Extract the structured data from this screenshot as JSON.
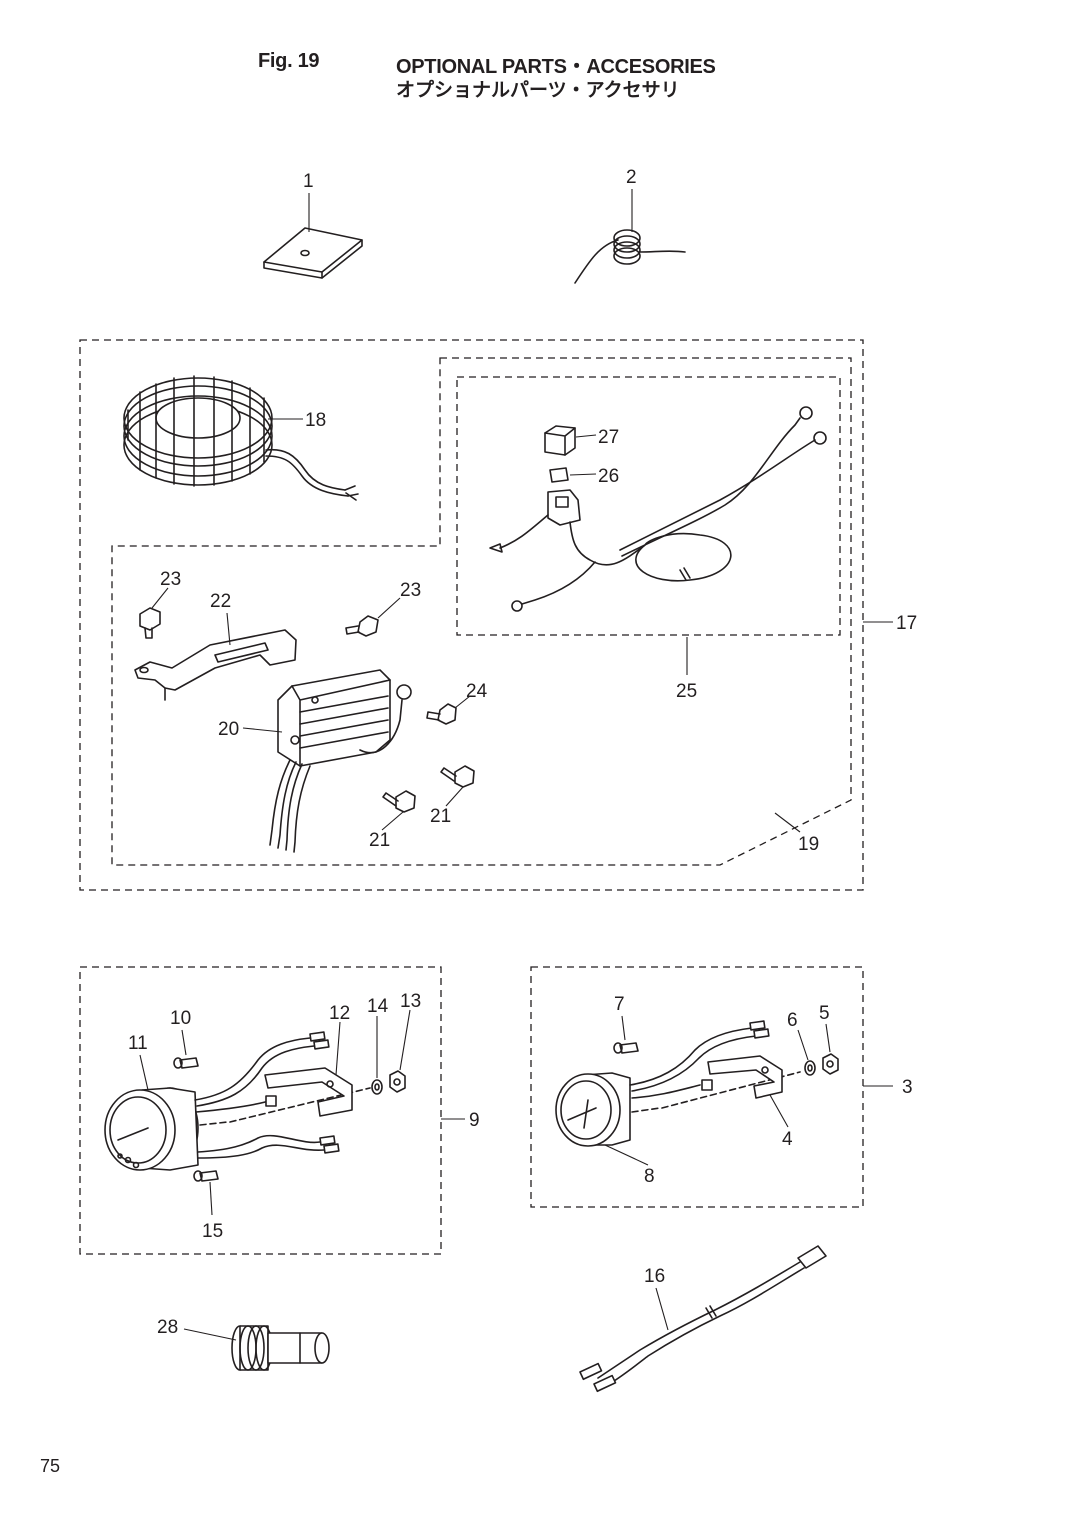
{
  "header": {
    "fig_label": "Fig. 19",
    "title_en": "OPTIONAL PARTS・ACCESORIES",
    "title_jp": "オプショナルパーツ・アクセサリ"
  },
  "page_number": "75",
  "callouts": {
    "c1": "1",
    "c2": "2",
    "c3": "3",
    "c4": "4",
    "c5": "5",
    "c6": "6",
    "c7": "7",
    "c8": "8",
    "c9": "9",
    "c10": "10",
    "c11": "11",
    "c12": "12",
    "c13": "13",
    "c14": "14",
    "c15": "15",
    "c16": "16",
    "c17": "17",
    "c18": "18",
    "c19": "19",
    "c20": "20",
    "c21a": "21",
    "c21b": "21",
    "c22": "22",
    "c23a": "23",
    "c23b": "23",
    "c24": "24",
    "c25": "25",
    "c26": "26",
    "c27": "27",
    "c28": "28"
  }
}
